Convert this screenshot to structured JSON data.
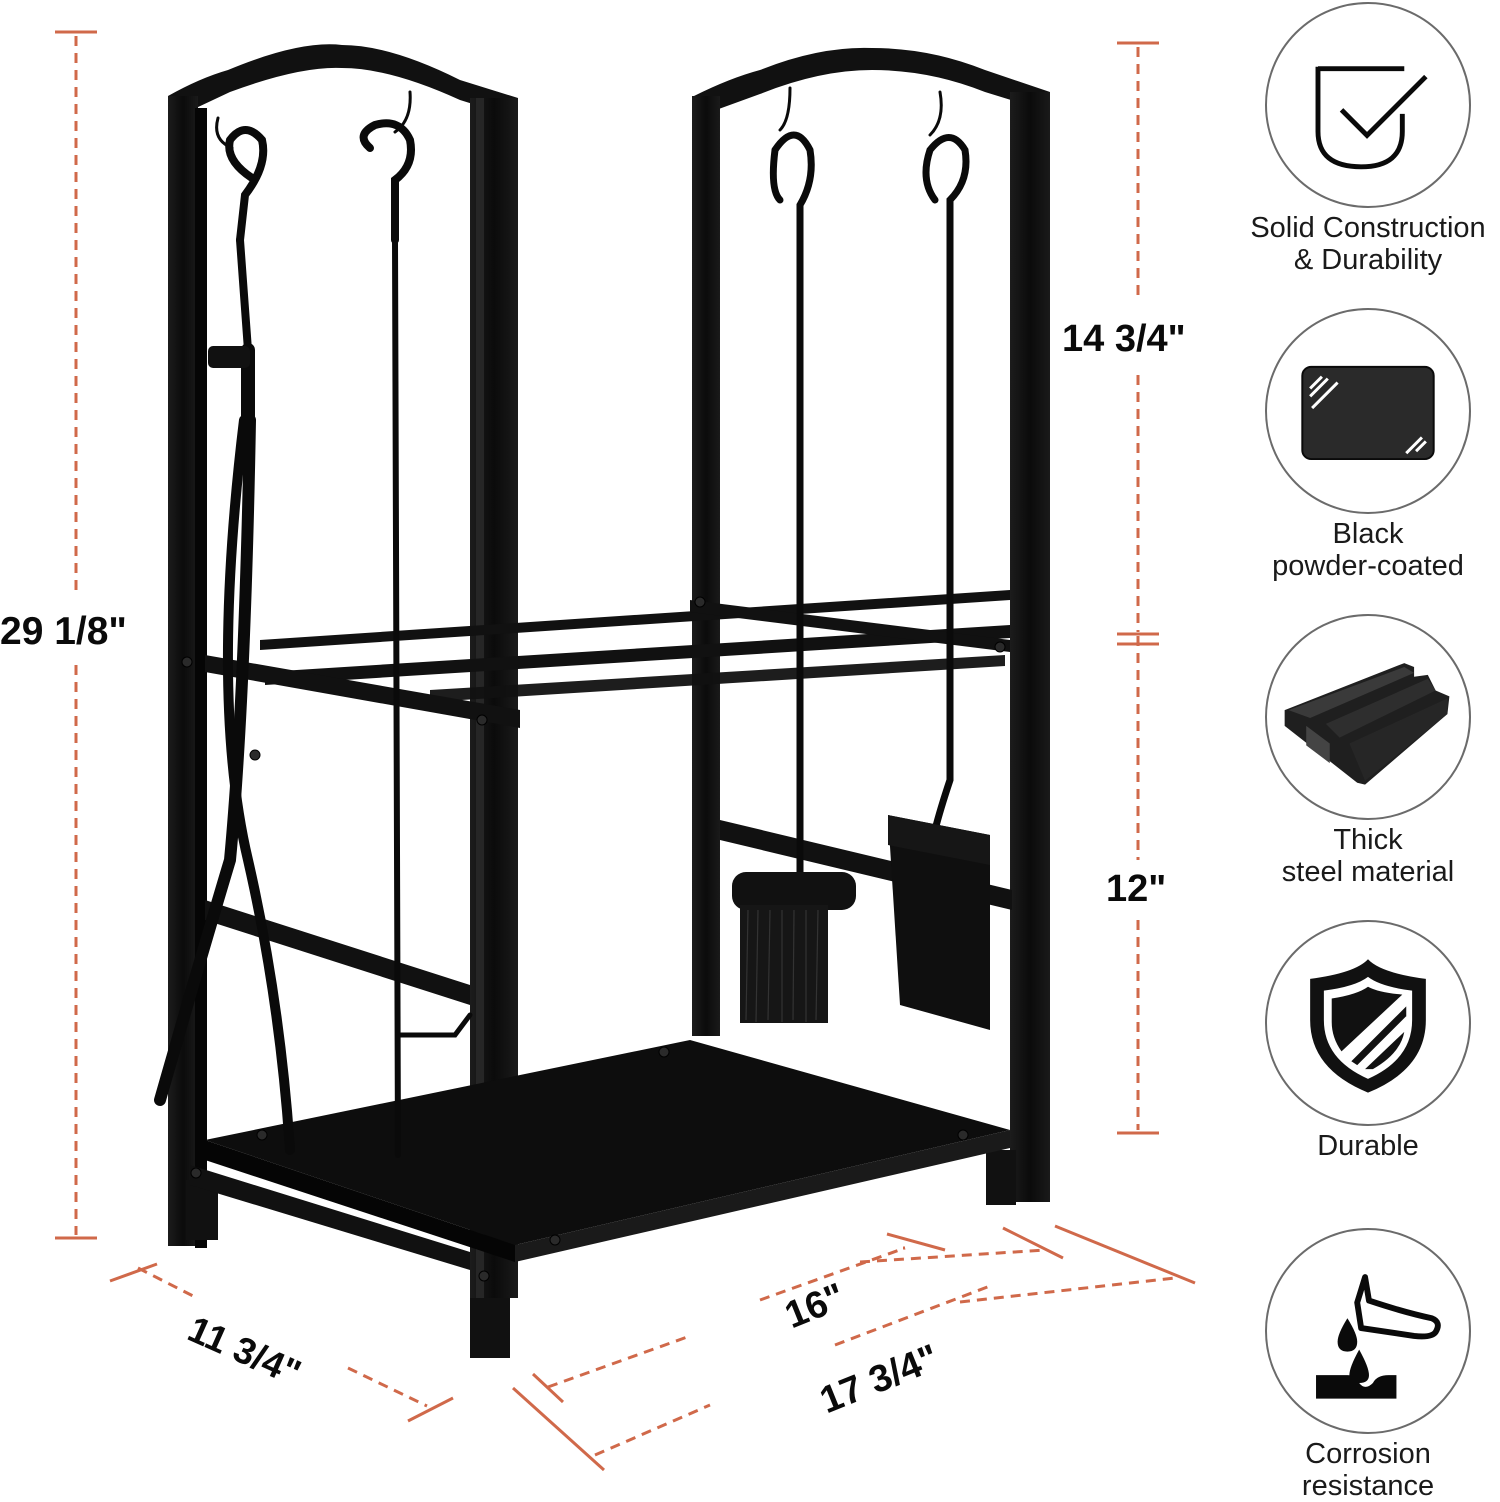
{
  "dimensions": {
    "total_height": "29 1/8\"",
    "upper_height": "14 3/4\"",
    "lower_height": "12\"",
    "depth": "11 3/4\"",
    "inner_width": "16\"",
    "outer_width": "17 3/4\""
  },
  "features": [
    {
      "icon": "shield-check-icon",
      "line1": "Solid Construction",
      "line2": "& Durability"
    },
    {
      "icon": "black-panel-icon",
      "line1": "Black",
      "line2": "powder-coated"
    },
    {
      "icon": "steel-beam-icon",
      "line1": "Thick",
      "line2": "steel material"
    },
    {
      "icon": "striped-shield-icon",
      "line1": "Durable",
      "line2": ""
    },
    {
      "icon": "corrosion-icon",
      "line1": "Corrosion",
      "line2": "resistance"
    }
  ],
  "colors": {
    "dimension_line": "#d0694a",
    "product": "#111111",
    "text": "#0a0a0a",
    "circle_border": "#6b6b6b"
  }
}
